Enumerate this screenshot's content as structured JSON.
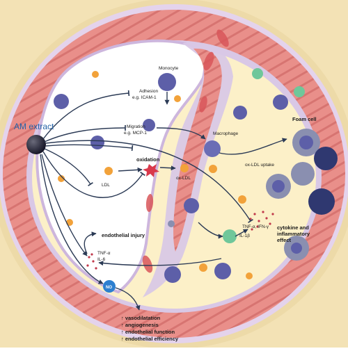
{
  "title": "AM extract",
  "labels": {
    "monocyte": "Monocyte",
    "adhesion": "Adhesion",
    "adhesion_eg": "e.g. ICAM-1",
    "migration": "Migration",
    "migration_eg": "e.g. MCP-1",
    "macrophage": "Macrophage",
    "foam_cell": "Foam cell",
    "oxldl_uptake": "ox-LDL uptake",
    "ldl": "LDL",
    "oxidation": "oxidation",
    "oxldl": "ox-LDL",
    "tnf_ifn": "TNF-α, IFN-γ",
    "il1b": "IL-1β",
    "cytokine": "cytokine and",
    "inflammatory": "inflammatory",
    "effect": "effect",
    "endothelial_injury": "endothelial injury",
    "tnf_a": "TNF-α",
    "il6": "IL-6",
    "no": "NO"
  },
  "outcomes": [
    "↑ vasodilatation",
    "↑ angiogenesis",
    "↑ endothelial function",
    "↑ endothelial efficiency"
  ],
  "colors": {
    "outer_tissue": "#f3e2b5",
    "muscle": "#e98f8a",
    "muscle_stripe": "#c85f5c",
    "membrane": "#d9c8e6",
    "lumen": "#ffffff",
    "plaque": "#fcf0c8",
    "monocyte": "#5d5fa8",
    "ldl": "#f2a23a",
    "green_cell": "#6fc79a",
    "foam": "#8a8fb0",
    "arrow": "#2b3a55"
  }
}
